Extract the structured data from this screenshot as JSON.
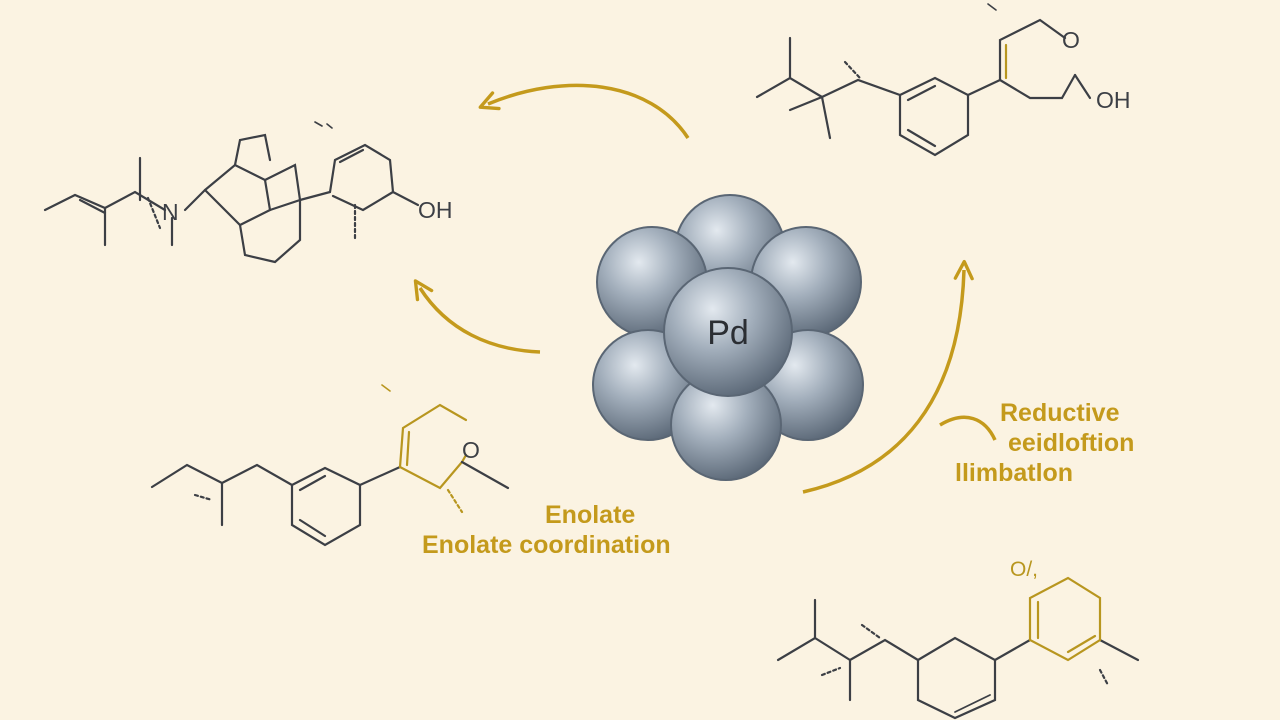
{
  "catalyst": {
    "label": "Pd"
  },
  "molecules": {
    "top_left": {
      "n_label": "N",
      "oh_label": "OH"
    },
    "top_right": {
      "o_label": "O",
      "oh_label": "OH"
    },
    "bottom_left": {
      "o_label": "O"
    },
    "bottom_right": {
      "o_label": "O/,"
    }
  },
  "steps": {
    "enolate_short": "Enolate",
    "enolate_coordination": "Enolate coordination",
    "reductive_line1": "Reductive",
    "reductive_line2": "eeidloftion",
    "reductive_line3": "llimbatlon"
  },
  "colors": {
    "background": "#fbf3e2",
    "arrow": "#c49a1c",
    "bond": "#3c3f45",
    "highlight_bond": "#b8961f",
    "sphere": "#8c99a8"
  }
}
